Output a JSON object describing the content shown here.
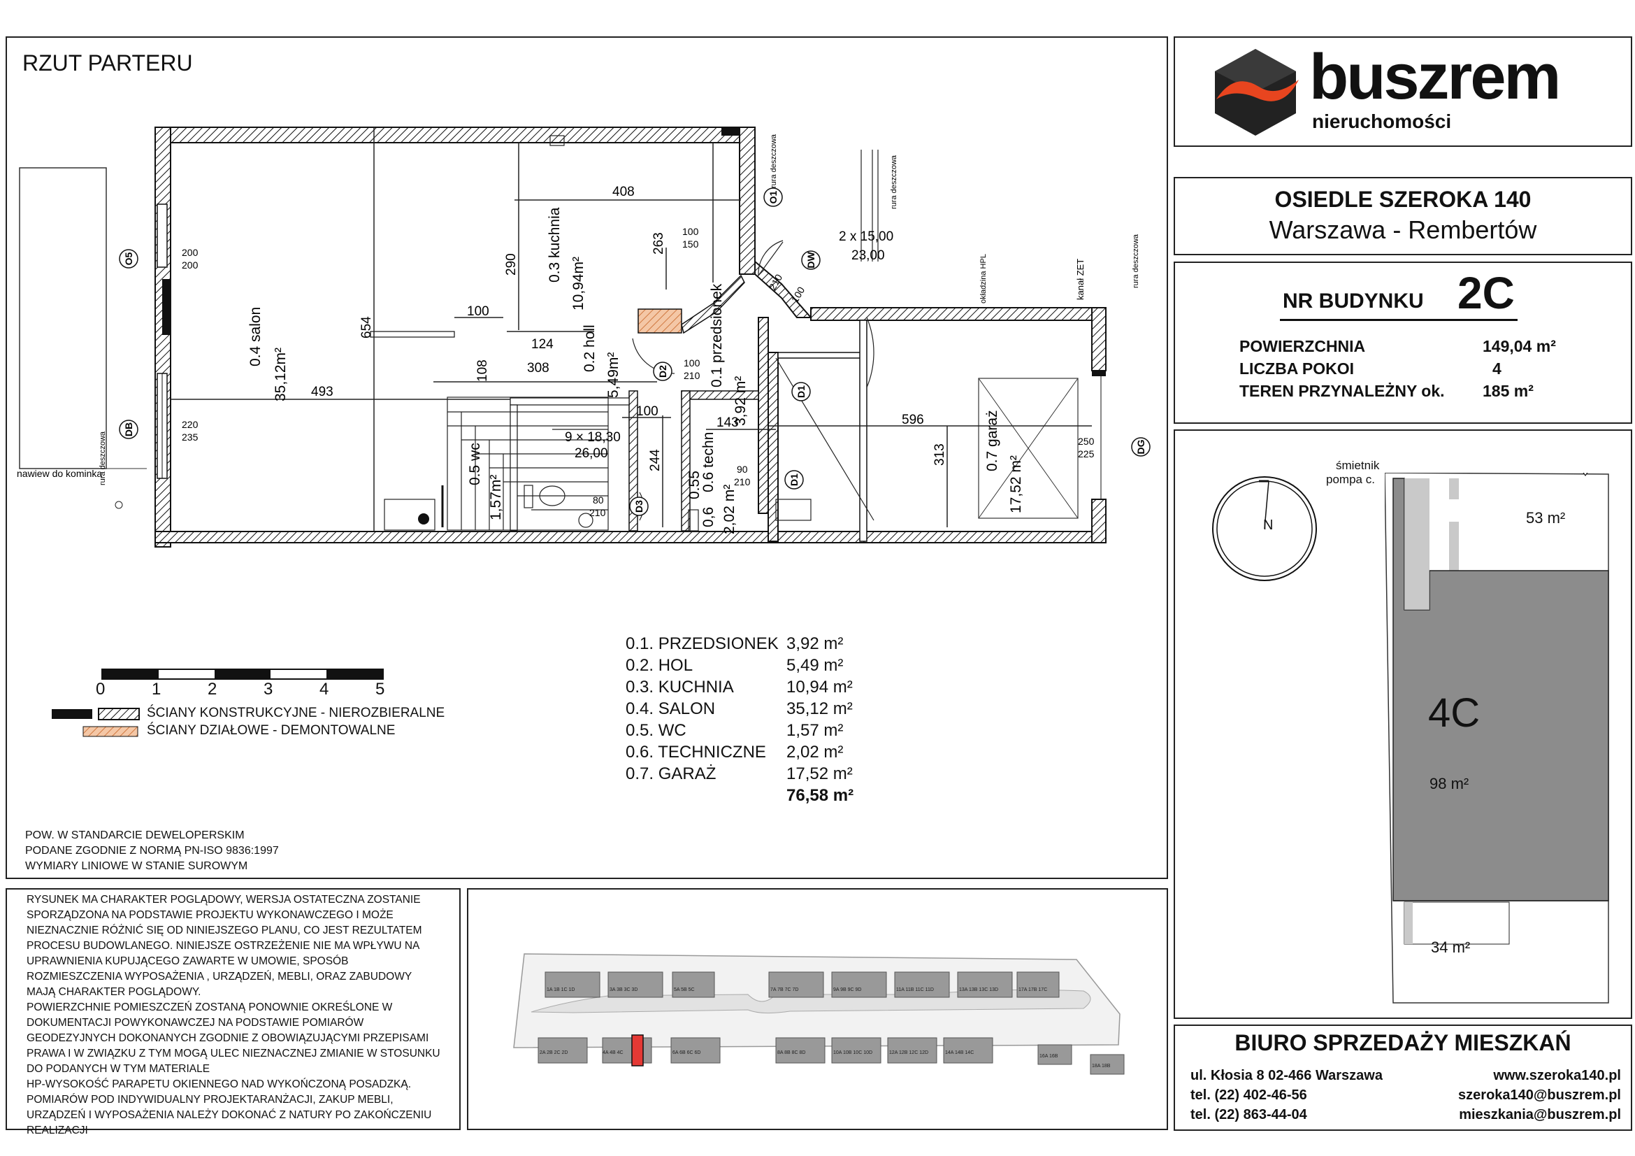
{
  "plan": {
    "title": "RZUT PARTERU",
    "annotations": {
      "dim_408": "408",
      "dim_493": "493",
      "dim_654": "654",
      "dim_290": "290",
      "dim_263": "263",
      "dim_100a": "100",
      "dim_124": "124",
      "dim_308": "308",
      "dim_108": "108",
      "dim_100b": "100",
      "dim_143": "143",
      "dim_244": "244",
      "dim_596": "596",
      "dim_313": "313",
      "stairs_a": "9 × 18,30",
      "stairs_b": "26,00",
      "steps_a": "2 x 15,00",
      "steps_b": "23,00",
      "o5_a": "200",
      "o5_b": "200",
      "db_a": "220",
      "db_b": "235",
      "o1_a": "100",
      "o1_b": "150",
      "dw_a": "100",
      "dw_b": "210",
      "d2_a": "100",
      "d2_b": "210",
      "d3_a": "80",
      "d3_b": "210",
      "d1_a": "90",
      "d1_b": "210",
      "dg_a": "250",
      "dg_b": "225",
      "tag_o5": "O5",
      "tag_db": "DB",
      "tag_o1": "O1",
      "tag_dw": "DW",
      "tag_d2": "D2",
      "tag_d1a": "D1",
      "tag_d1b": "D1",
      "tag_d3": "D3",
      "tag_dg": "DG",
      "salon_label": "0.4 salon",
      "salon_area": "35,12m²",
      "kuchnia_label": "0.3 kuchnia",
      "kuchnia_area": "10,94m²",
      "holl_label": "0.2 holl",
      "holl_area": "5,49m²",
      "przed_label": "0.1 przedsionek",
      "przed_area": "3,92 m²",
      "wc_label": "0.5 wc",
      "wc_area": "1,57m²",
      "techn_label": "0.6 techn",
      "techn_area": "2,02 m²",
      "garaz_label": "0.7 garaż",
      "garaz_area": "17,52 m²",
      "kominek": "nawiew do kominka",
      "rura1": "rura deszczowa",
      "rura2": "rura deszczowa",
      "rura3": "rura deszczowa",
      "rura4": "rura deszczowa",
      "oblad": "okładzina HPL",
      "kanal": "kanał ZET",
      "small_a": "0.55",
      "small_b": "0,6"
    }
  },
  "scale": {
    "ticks": [
      "0",
      "1",
      "2",
      "3",
      "4",
      "5"
    ]
  },
  "legend": [
    {
      "label": "ŚCIANY KONSTRUKCYJNE - NIEROZBIERALNE",
      "color": "#000000"
    },
    {
      "label": "ŚCIANY DZIAŁOWE - DEMONTOWALNE",
      "color": "#e8a070"
    }
  ],
  "rooms": [
    {
      "name": "0.1. PRZEDSIONEK",
      "area": "3,92 m²"
    },
    {
      "name": "0.2. HOL",
      "area": "5,49 m²"
    },
    {
      "name": "0.3. KUCHNIA",
      "area": "10,94 m²"
    },
    {
      "name": "0.4. SALON",
      "area": "35,12 m²"
    },
    {
      "name": "0.5. WC",
      "area": "1,57 m²"
    },
    {
      "name": "0.6. TECHNICZNE",
      "area": "2,02 m²"
    },
    {
      "name": "0.7. GARAŻ",
      "area": "17,52 m²"
    }
  ],
  "rooms_total": "76,58 m²",
  "standard_notes": [
    "POW. W STANDARCIE DEWELOPERSKIM",
    "PODANE ZGODNIE Z NORMĄ PN-ISO 9836:1997",
    "WYMIARY LINIOWE W STANIE SUROWYM"
  ],
  "disclaimer": [
    "RYSUNEK MA CHARAKTER POGLĄDOWY, WERSJA OSTATECZNA ZOSTANIE",
    "SPORZĄDZONA NA PODSTAWIE PROJEKTU WYKONAWCZEGO I MOŻE",
    "NIEZNACZNIE RÓŻNIĆ SIĘ OD NINIEJSZEGO PLANU, CO JEST REZULTATEM",
    "PROCESU BUDOWLANEGO. NINIEJSZE OSTRZEŻENIE NIE MA WPŁYWU NA",
    "UPRAWNIENIA KUPUJĄCEGO ZAWARTE W UMOWIE, SPOSÓB",
    "ROZMIESZCZENIA WYPOSAŻENIA , URZĄDZEŃ, MEBLI, ORAZ ZABUDOWY",
    "MAJĄ CHARAKTER POGLĄDOWY.",
    "POWIERZCHNIE POMIESZCZEŃ ZOSTANĄ PONOWNIE OKREŚLONE W",
    "DOKUMENTACJI POWYKONAWCZEJ NA PODSTAWIE POMIARÓW",
    "GEODEZYJNYCH DOKONANYCH ZGODNIE Z OBOWIĄZUJĄCYMI PRZEPISAMI",
    "PRAWA I W ZWIĄZKU Z TYM MOGĄ ULEC NIEZNACZNEJ ZMIANIE W STOSUNKU",
    "DO PODANYCH W TYM MATERIALE",
    "HP-WYSOKOŚĆ PARAPETU OKIENNEGO NAD WYKOŃCZONĄ POSADZKĄ.",
    "POMIARÓW POD INDYWIDUALNY PROJEKTARANŻACJI, ZAKUP MEBLI,",
    "URZĄDZEŃ I WYPOSAŻENIA NALEŻY DOKONAĆ Z NATURY PO ZAKOŃCZENIU",
    "REALIZACJI"
  ],
  "brand": {
    "name": "buszrem",
    "subtitle": "nieruchomości",
    "accent": "#e8451f"
  },
  "estate": {
    "title": "OSIEDLE SZEROKA 140",
    "subtitle": "Warszawa - Rembertów"
  },
  "building": {
    "label": "NR BUDYNKU",
    "number": "2C",
    "facts": [
      {
        "label": "POWIERZCHNIA",
        "value": "149,04 m²"
      },
      {
        "label": "LICZBA POKOI",
        "value": "4"
      },
      {
        "label": "TEREN PRZYNALEŻNY ok.",
        "value": "185 m²"
      }
    ]
  },
  "plot": {
    "unit": "4C",
    "compass": "N",
    "area_top": "53 m²",
    "area_mid": "98 m²",
    "area_bottom": "34 m²",
    "note_a": "śmietnik",
    "note_b": "pompa c."
  },
  "sitemap": {
    "top_units": [
      "1A 1B 1C 1D",
      "3A 3B 3C 3D",
      "5A 5B 5C",
      "7A 7B 7C 7D",
      "9A 9B 9C 9D",
      "11A 11B 11C 11D",
      "13A 13B 13C 13D",
      "17A 17B 17C"
    ],
    "bottom_units": [
      "2A 2B 2C 2D",
      "4A 4B 4C",
      "6A 6B 6C 6D",
      "8A 8B 8C 8D",
      "10A 10B 10C 10D",
      "12A 12B 12C 12D",
      "14A 14B 14C",
      "16A 16B",
      "18A 18B"
    ],
    "highlight_color": "#e53935"
  },
  "sales": {
    "title": "BIURO SPRZEDAŻY MIESZKAŃ",
    "address": "ul. Kłosia 8 02-466 Warszawa",
    "phone1": "tel. (22) 402-46-56",
    "phone2": "tel. (22) 863-44-04",
    "web": "www.szeroka140.pl",
    "email1": "szeroka140@buszrem.pl",
    "email2": "mieszkania@buszrem.pl"
  }
}
